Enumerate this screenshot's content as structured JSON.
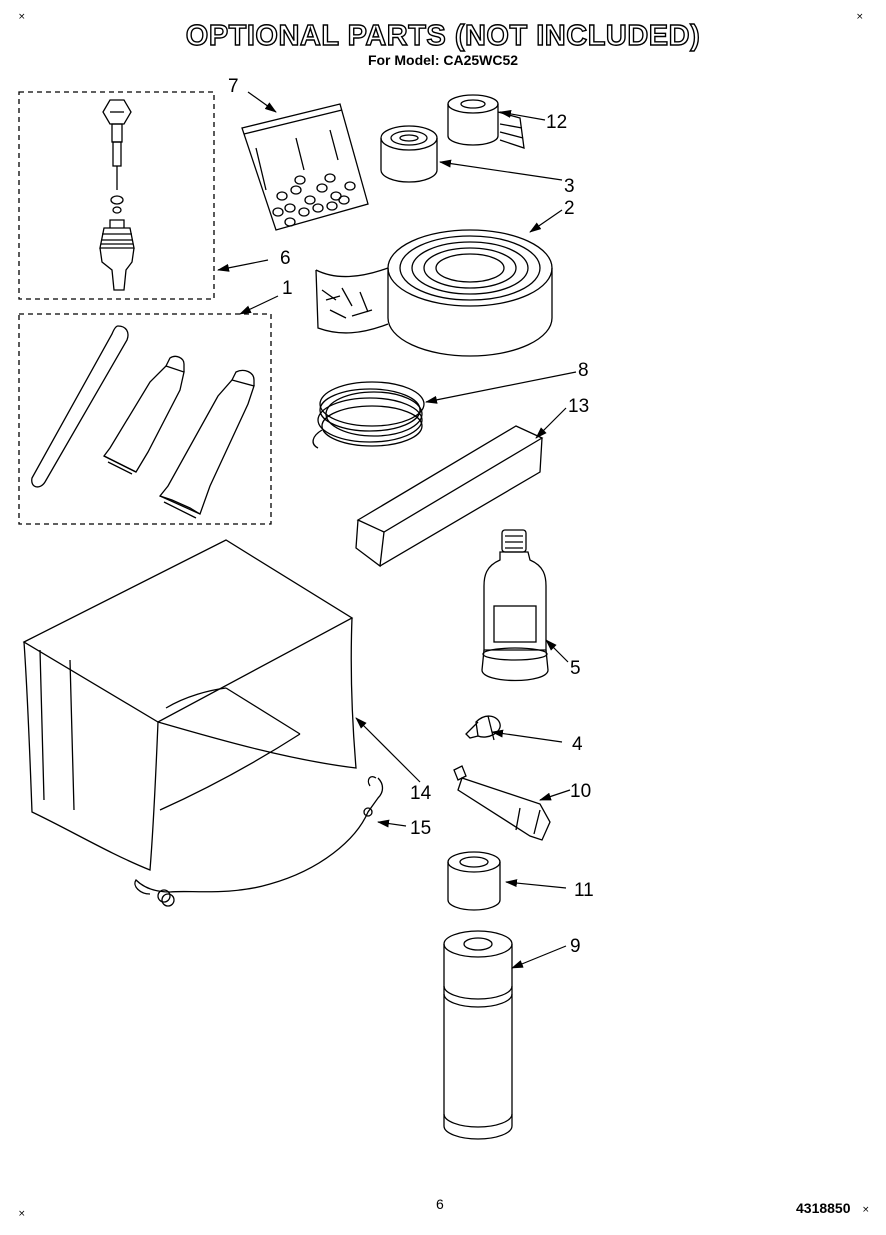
{
  "header": {
    "title": "OPTIONAL PARTS (NOT INCLUDED)",
    "subtitle": "For Model: CA25WC52"
  },
  "footer": {
    "page_number": "6",
    "document_number": "4318850"
  },
  "callouts": {
    "c1": "1",
    "c2": "2",
    "c3": "3",
    "c4": "4",
    "c5": "5",
    "c6": "6",
    "c7": "7",
    "c8": "8",
    "c9": "9",
    "c10": "10",
    "c11": "11",
    "c12": "12",
    "c13": "13",
    "c14": "14",
    "c15": "15"
  },
  "corner_mark": "×"
}
